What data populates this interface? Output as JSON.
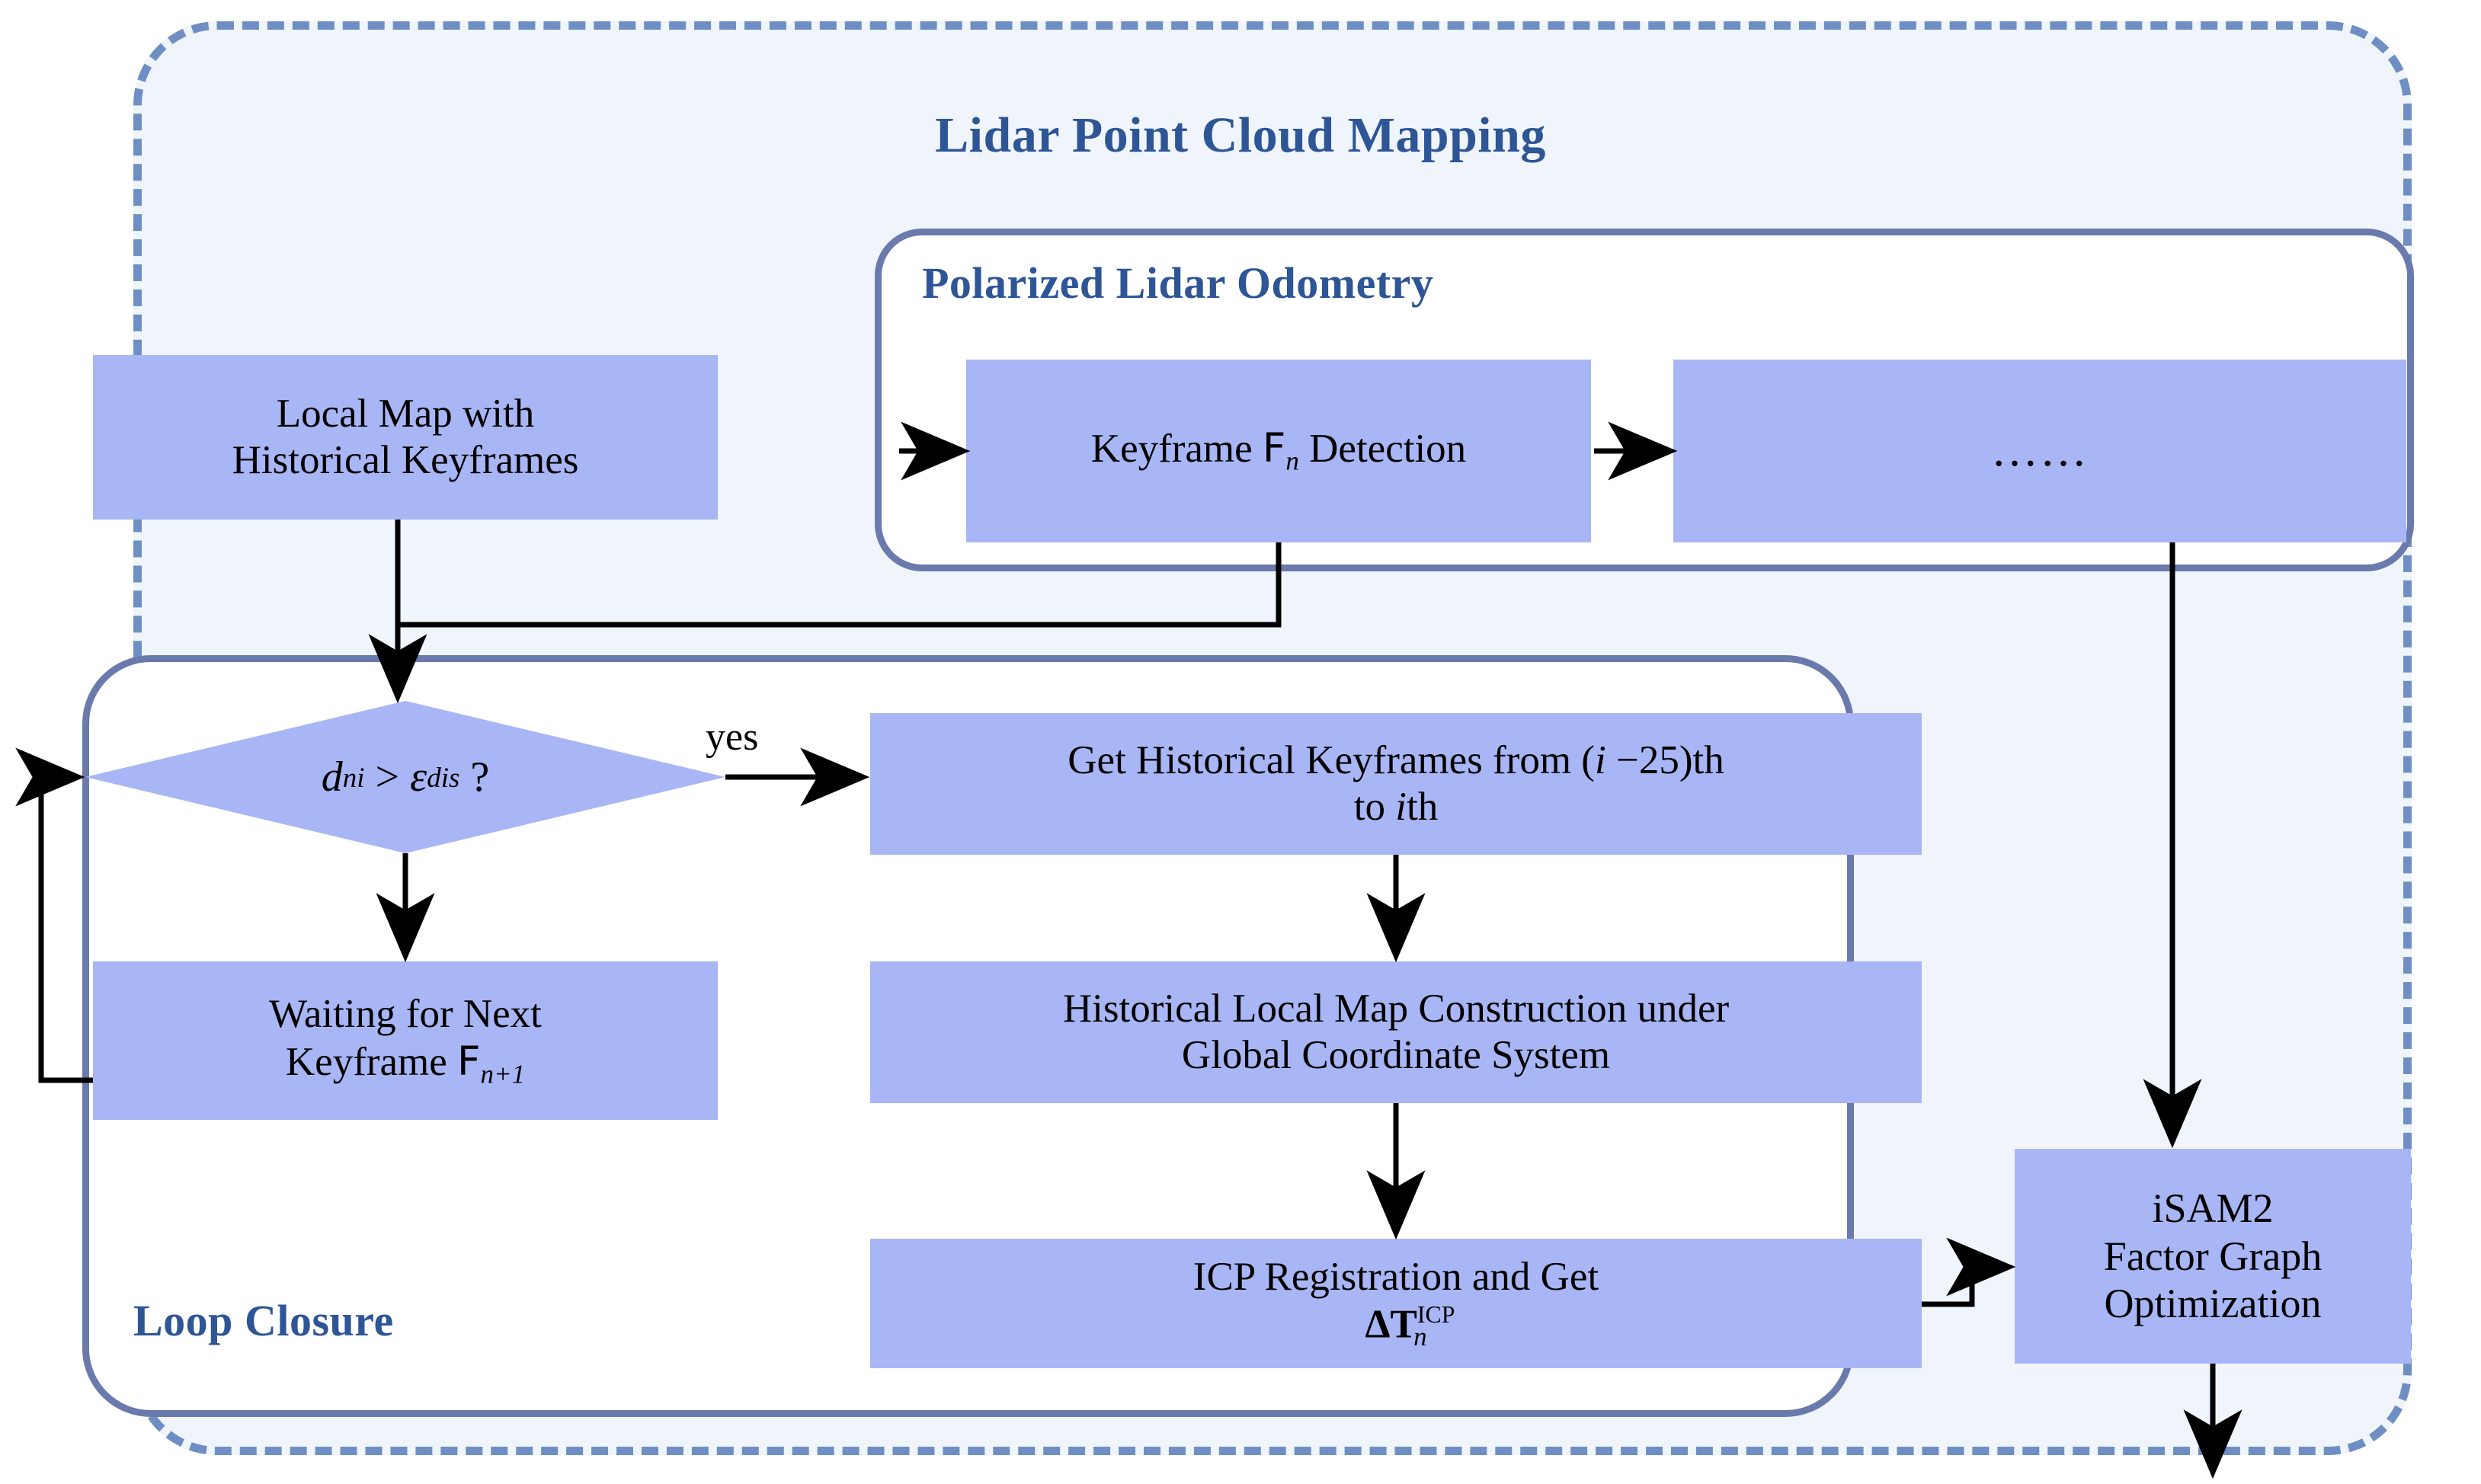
{
  "diagram": {
    "title": "Lidar Point Cloud Mapping",
    "colors": {
      "title_blue": "#2e5596",
      "box_fill": "#a9b6f5",
      "panel_border": "#6b7aad",
      "outer_dashed": "#6f8fc4",
      "outer_fill": "#eff5fb",
      "arrow": "#000000"
    }
  },
  "panels": {
    "odometry": {
      "title": "Polarized Lidar Odometry"
    },
    "loop_closure": {
      "title": "Loop Closure"
    }
  },
  "nodes": {
    "local_map": {
      "line1": "Local Map with",
      "line2": "Historical Keyframes"
    },
    "keyframe_detection": {
      "prefix": "Keyframe ",
      "symbol": "F",
      "subscript": "n",
      "suffix": " Detection"
    },
    "ellipsis": {
      "text": "……"
    },
    "decision": {
      "var": "d",
      "var_sub": "ni",
      "operator": ">",
      "eps": "ε",
      "eps_sub": "dis",
      "question": "?"
    },
    "waiting": {
      "line1": "Waiting for Next",
      "line2_prefix": "Keyframe ",
      "symbol": "F",
      "subscript": "n+1"
    },
    "get_historical": {
      "line1_a": "Get Historical Keyframes from (",
      "line1_i": "i",
      "line1_b": " −25)th",
      "line2_a": "to ",
      "line2_i": "i",
      "line2_b": "th"
    },
    "historical_local_map": {
      "line1": "Historical Local Map Construction under",
      "line2": "Global Coordinate System"
    },
    "icp": {
      "prefix": "ICP Registration and Get ",
      "delta": "Δ",
      "matrix": "T",
      "subscript": "n",
      "superscript": "ICP"
    },
    "isam2": {
      "line1": "iSAM2",
      "line2": "Factor Graph",
      "line3": "Optimization"
    }
  },
  "edges": {
    "yes_label": "yes"
  }
}
